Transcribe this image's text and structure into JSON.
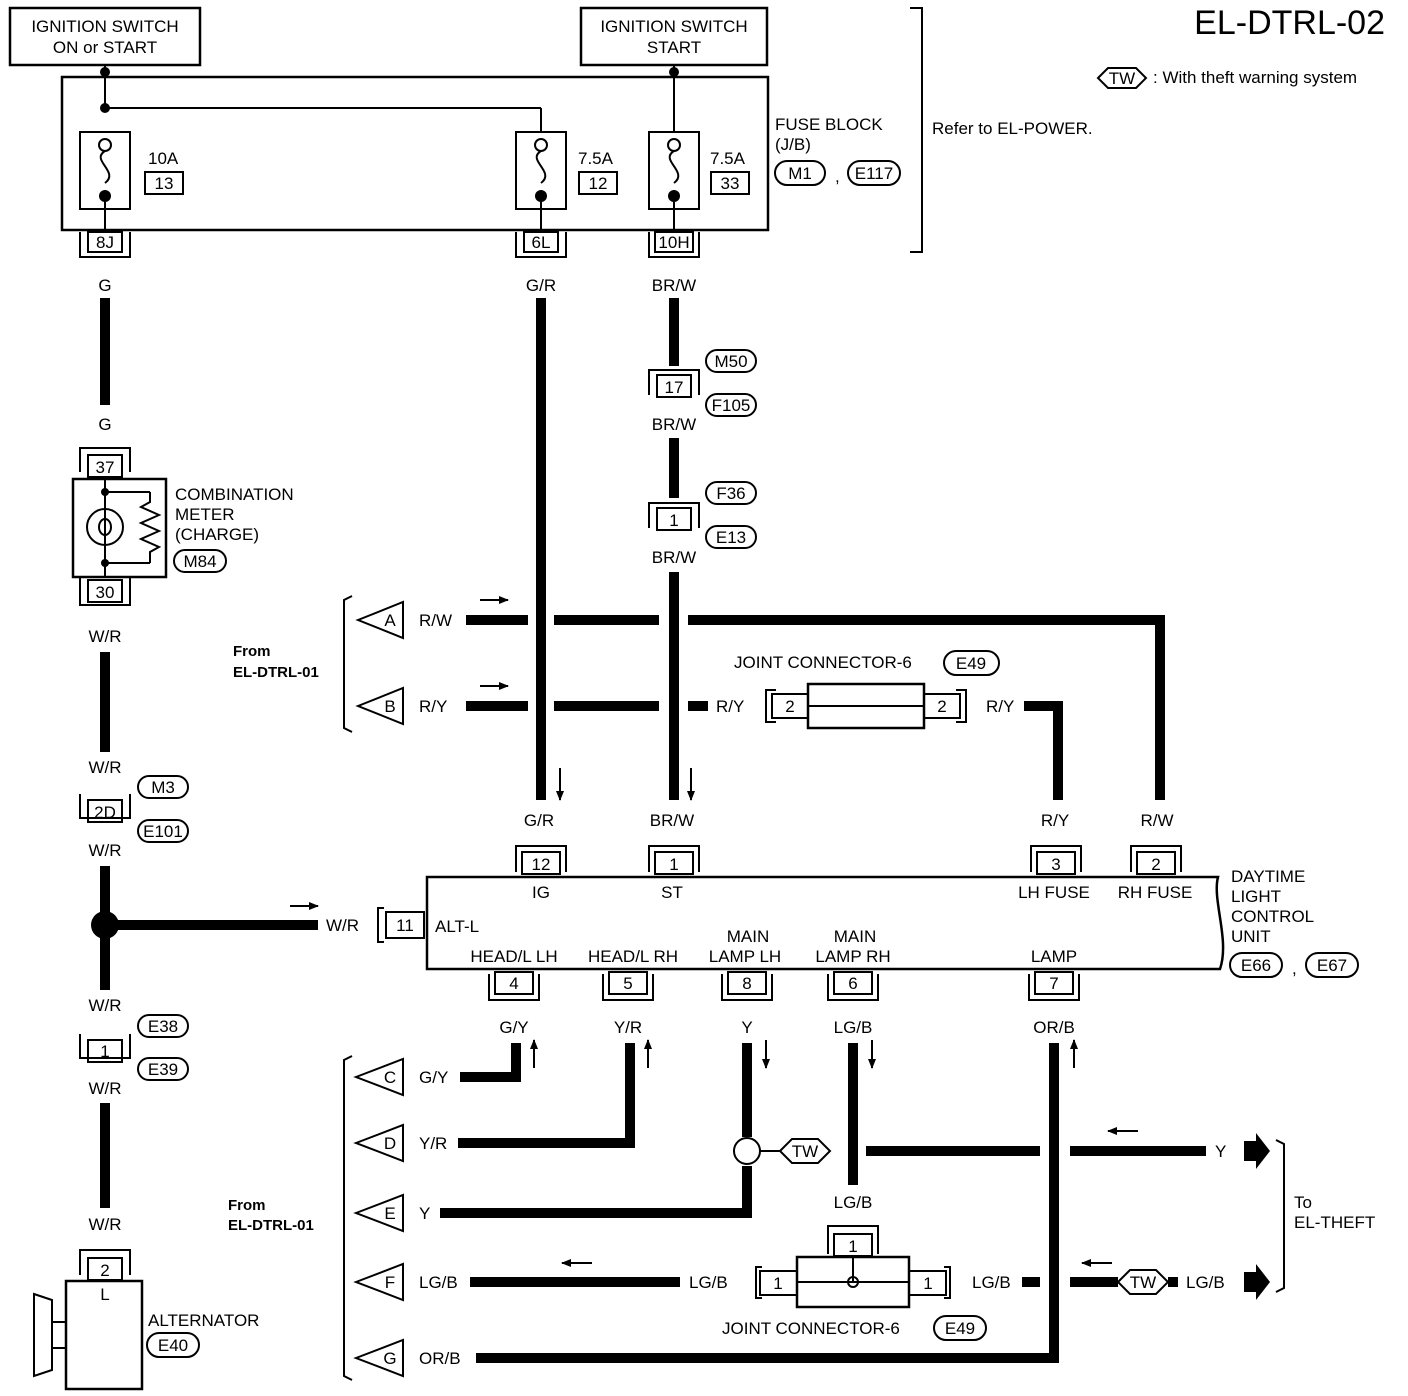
{
  "page_code": "EL-DTRL-02",
  "legend": {
    "badge": "TW",
    "text": ": With theft warning system"
  },
  "power": {
    "ign_on_start_l1": "IGNITION SWITCH",
    "ign_on_start_l2": "ON or START",
    "ign_start_l1": "IGNITION SWITCH",
    "ign_start_l2": "START"
  },
  "fuse_block": {
    "label_l1": "FUSE BLOCK",
    "label_l2": "(J/B)",
    "conn1": "M1",
    "sep": ",",
    "conn2": "E117",
    "refer": "Refer to EL-POWER.",
    "fuses": [
      {
        "amp": "10A",
        "num": "13",
        "term": "8J"
      },
      {
        "amp": "7.5A",
        "num": "12",
        "term": "6L"
      },
      {
        "amp": "7.5A",
        "num": "33",
        "term": "10H"
      }
    ]
  },
  "wires": {
    "g": "G",
    "gr": "G/R",
    "brw": "BR/W",
    "wr": "W/R",
    "rw": "R/W",
    "ry": "R/Y",
    "gy": "G/Y",
    "yr": "Y/R",
    "y": "Y",
    "lgb": "LG/B",
    "orb": "OR/B"
  },
  "connectors": {
    "m50": "M50",
    "f105": "F105",
    "c17": "17",
    "f36": "F36",
    "e13": "E13",
    "c1": "1",
    "m3": "M3",
    "e101": "E101",
    "c2d": "2D",
    "e38": "E38",
    "e39": "E39",
    "c1b": "1"
  },
  "meter": {
    "l1": "COMBINATION",
    "l2": "METER",
    "l3": "(CHARGE)",
    "conn": "M84",
    "pin_top": "37",
    "pin_bot": "30"
  },
  "alternator": {
    "label": "ALTERNATOR",
    "conn": "E40",
    "pin": "2",
    "term": "L"
  },
  "from_top": {
    "l1": "From",
    "l2": "EL-DTRL-01",
    "a": "A",
    "b": "B"
  },
  "from_bottom": {
    "l1": "From",
    "l2": "EL-DTRL-01",
    "c": "C",
    "d": "D",
    "e": "E",
    "f": "F",
    "g": "G"
  },
  "joint_top": {
    "label": "JOINT CONNECTOR-6",
    "conn": "E49",
    "pin_l": "2",
    "pin_r": "2"
  },
  "joint_bottom": {
    "label": "JOINT CONNECTOR-6",
    "conn": "E49",
    "pin_top": "1",
    "pin_l": "1",
    "pin_r": "1"
  },
  "unit": {
    "l1": "DAYTIME",
    "l2": "LIGHT",
    "l3": "CONTROL",
    "l4": "UNIT",
    "conn1": "E66",
    "sep": ",",
    "conn2": "E67",
    "top_pins": [
      {
        "pin": "12",
        "label": "IG"
      },
      {
        "pin": "1",
        "label": "ST"
      },
      {
        "pin": "3",
        "label": "LH FUSE"
      },
      {
        "pin": "2",
        "label": "RH FUSE"
      }
    ],
    "alt_pin": "11",
    "alt_label": "ALT-L",
    "bot_pins": [
      {
        "pin": "4",
        "l1": "",
        "l2": "HEAD/L LH"
      },
      {
        "pin": "5",
        "l1": "",
        "l2": "HEAD/L RH"
      },
      {
        "pin": "8",
        "l1": "MAIN",
        "l2": "LAMP LH"
      },
      {
        "pin": "6",
        "l1": "MAIN",
        "l2": "LAMP RH"
      },
      {
        "pin": "7",
        "l1": "",
        "l2": "LAMP"
      }
    ]
  },
  "to_theft": {
    "l1": "To",
    "l2": "EL-THEFT",
    "tw1": "TW",
    "tw2": "TW"
  }
}
